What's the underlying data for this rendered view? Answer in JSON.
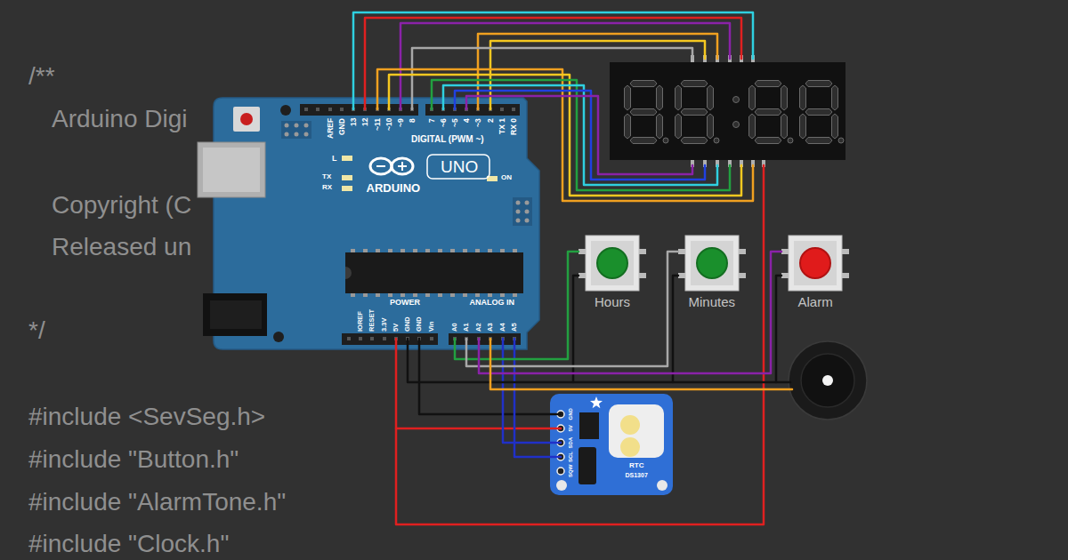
{
  "diagram": {
    "labels": [
      "/**",
      "Arduino Digi",
      "Copyright (C",
      "Released un",
      "*/",
      "#include <SevSeg.h>",
      "#include \"Button.h\"",
      "#include \"AlarmTone.h\"",
      "#include \"Clock.h\"",
      "AREF",
      "GND",
      "13",
      "12",
      "~11",
      "~10",
      "~9",
      "8",
      "7",
      "~6",
      "~5",
      "4",
      "~3",
      "2",
      "TX 1",
      "RX 0",
      "DIGITAL (PWM ~)",
      "L",
      "TX",
      "RX",
      "ARDUINO",
      "UNO",
      "ON",
      "POWER",
      "ANALOG IN",
      "IOREF",
      "RESET",
      "3.3V",
      "5V",
      "GND",
      "GND",
      "Vin",
      "A0",
      "A1",
      "A2",
      "A3",
      "A4",
      "A5",
      "Hours",
      "Minutes",
      "Alarm",
      "RTC",
      "DS1307",
      "GND",
      "5V",
      "SDA",
      "SCL",
      "SQW"
    ]
  }
}
